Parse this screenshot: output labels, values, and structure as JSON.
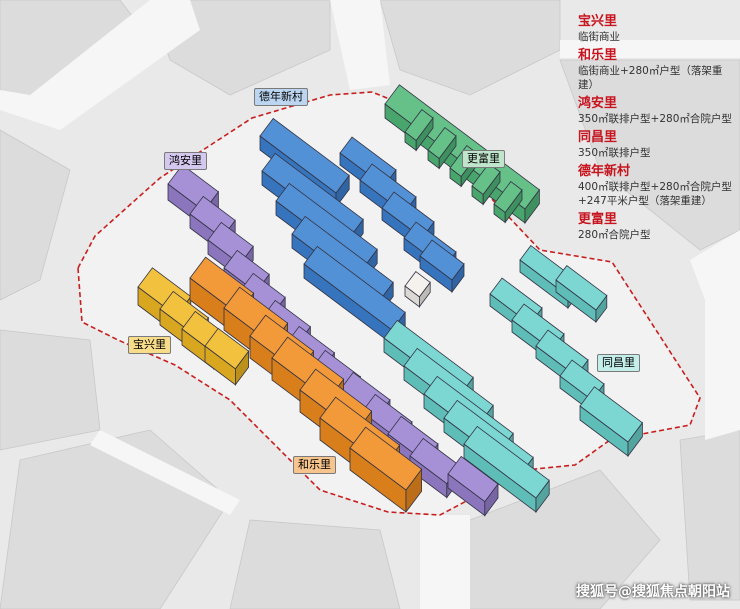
{
  "colors": {
    "background": "#e9e9e9",
    "surroundings": "#dcdcdc",
    "road": "#f6f6f6",
    "boundary": "#c81e1e",
    "baoxingli": "#f0b822",
    "helei": "#f08c1e",
    "honganli": "#9a82d2",
    "denian": "#3c82d2",
    "gengfu": "#50b878",
    "tongchang": "#6ad2cc"
  },
  "map_labels": {
    "denian": "德年新村",
    "honganli": "鸿安里",
    "gengfu": "更富里",
    "baoxingli": "宝兴里",
    "helei": "和乐里",
    "tongchang": "同昌里"
  },
  "legend": [
    {
      "name": "宝兴里",
      "lines": [
        "临街商业"
      ]
    },
    {
      "name": "和乐里",
      "lines": [
        "临街商业+280㎡户型（落架重建）"
      ]
    },
    {
      "name": "鸿安里",
      "lines": [
        "350㎡联排户型+280㎡合院户型"
      ]
    },
    {
      "name": "同昌里",
      "lines": [
        "350㎡联排户型"
      ]
    },
    {
      "name": "德年新村",
      "lines": [
        "400㎡联排户型+280㎡合院户型",
        "+247平米户型（落架重建）"
      ]
    },
    {
      "name": "更富里",
      "lines": [
        "280㎡合院户型"
      ]
    }
  ],
  "watermark": "搜狐号@搜狐焦点朝阳站"
}
